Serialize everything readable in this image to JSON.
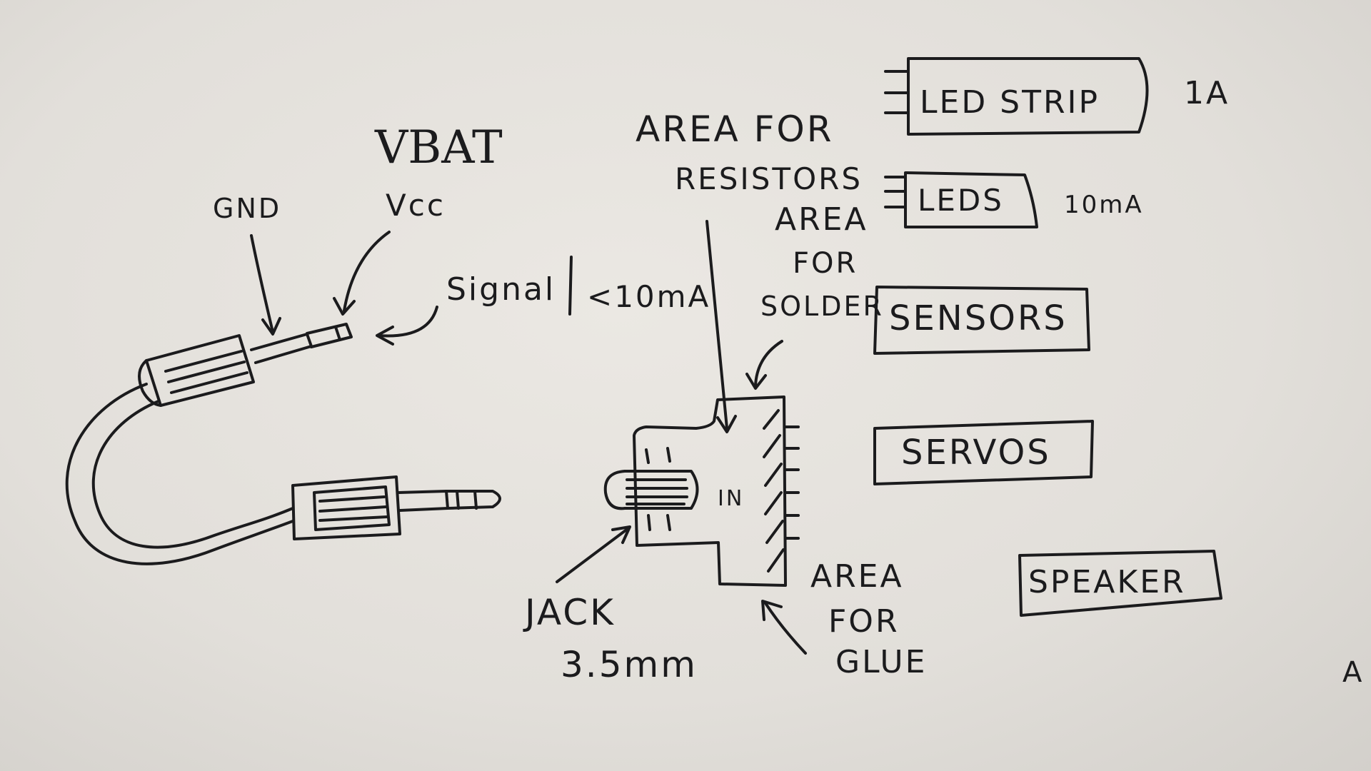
{
  "labels": {
    "vbat": "VBAT",
    "vcc": "Vcc",
    "gnd": "GND",
    "signal": "Signal",
    "signal_current": "<10mA",
    "area_resistors_line1": "AREA FOR",
    "area_resistors_line2": "RESISTORS",
    "area_solder_line1": "AREA",
    "area_solder_line2": "FOR",
    "area_solder_line3": "SOLDER",
    "board_in": "IN",
    "jack_line1": "JACK",
    "jack_line2": "3.5mm",
    "area_glue_line1": "AREA",
    "area_glue_line2": "FOR",
    "area_glue_line3": "GLUE",
    "edge_fragment": "A"
  },
  "modules": [
    {
      "label": "LED STRIP",
      "current": "1A"
    },
    {
      "label": "LEDS",
      "current": "10mA"
    },
    {
      "label": "SENSORS",
      "current": ""
    },
    {
      "label": "SERVOS",
      "current": ""
    },
    {
      "label": "SPEAKER",
      "current": ""
    }
  ],
  "colors": {
    "ink": "#1b1b1d",
    "paper": "#e6e3de"
  }
}
